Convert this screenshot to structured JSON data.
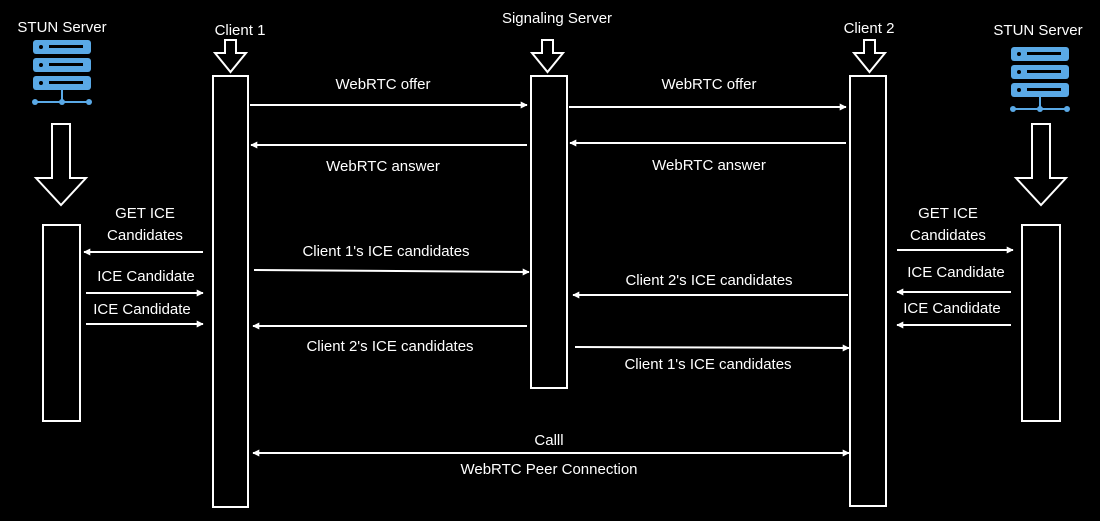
{
  "colors": {
    "background": "#000000",
    "foreground": "#ffffff",
    "server_icon": "#5aa9e6"
  },
  "participants": {
    "stun_left": {
      "label": "STUN Server",
      "icon": "server-stack-icon"
    },
    "client1": {
      "label": "Client 1"
    },
    "signaling": {
      "label": "Signaling Server"
    },
    "client2": {
      "label": "Client 2"
    },
    "stun_right": {
      "label": "STUN Server",
      "icon": "server-stack-icon"
    }
  },
  "messages": {
    "c1_offer": "WebRTC offer",
    "c2_offer": "WebRTC offer",
    "c1_answer": "WebRTC answer",
    "c2_answer": "WebRTC answer",
    "left_get_ice_1": "GET ICE",
    "left_get_ice_2": "Candidates",
    "left_ice_cand_a": "ICE Candidate",
    "left_ice_cand_b": "ICE Candidate",
    "right_get_ice_1": "GET ICE",
    "right_get_ice_2": "Candidates",
    "right_ice_cand_a": "ICE Candidate",
    "right_ice_cand_b": "ICE Candidate",
    "c1_ice_to_sig": "Client 1's ICE candidates",
    "c2_ice_to_sig": "Client 2's ICE candidates",
    "c2_ice_to_c1": "Client 2's ICE candidates",
    "c1_ice_to_c2": "Client 1's ICE candidates",
    "call": "Calll",
    "peer_connection": "WebRTC Peer Connection"
  }
}
